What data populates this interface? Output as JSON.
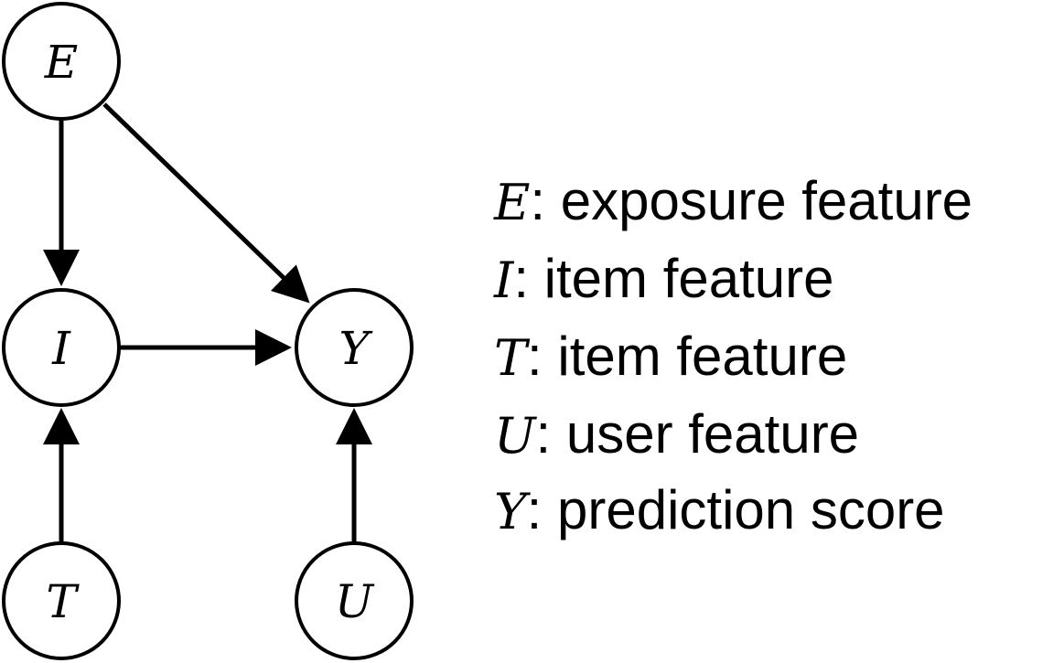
{
  "nodes": {
    "E": {
      "label": "E"
    },
    "I": {
      "label": "I"
    },
    "Y": {
      "label": "Y"
    },
    "T": {
      "label": "T"
    },
    "U": {
      "label": "U"
    }
  },
  "edges": [
    {
      "from": "E",
      "to": "I"
    },
    {
      "from": "E",
      "to": "Y"
    },
    {
      "from": "I",
      "to": "Y"
    },
    {
      "from": "T",
      "to": "I"
    },
    {
      "from": "U",
      "to": "Y"
    }
  ],
  "legend": [
    {
      "var": "E",
      "desc": ": exposure feature"
    },
    {
      "var": "I",
      "desc": ": item feature"
    },
    {
      "var": "T",
      "desc": ": item feature"
    },
    {
      "var": "U",
      "desc": ": user feature"
    },
    {
      "var": "Y",
      "desc": ": prediction score"
    }
  ]
}
